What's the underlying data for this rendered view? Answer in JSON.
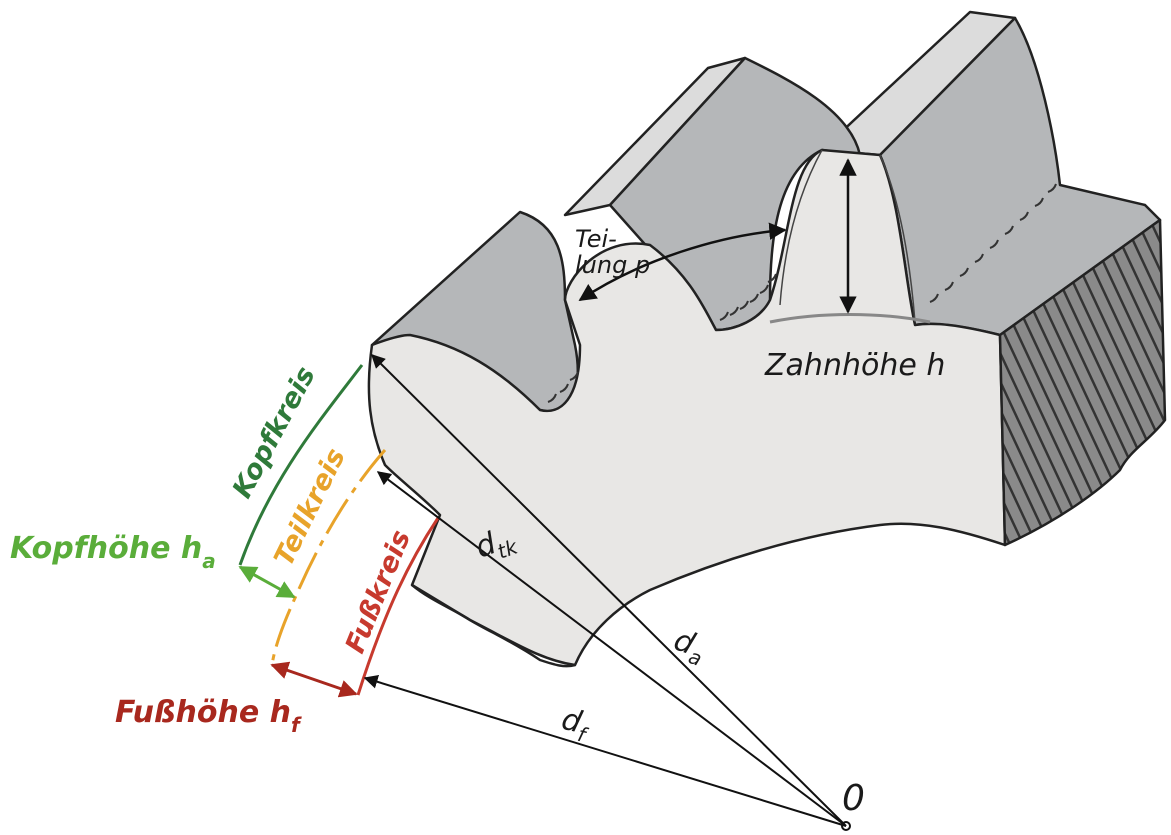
{
  "labels": {
    "teilung_line1": "Tei-",
    "teilung_line2": "lung p",
    "zahnhoehe": "Zahnhöhe h",
    "kopfkreis": "Kopfkreis",
    "teilkreis": "Teilkreis",
    "fusskreis": "Fußkreis",
    "kopfhoehe": "Kopfhöhe h",
    "kopfhoehe_sub": "a",
    "fusshoehe": "Fußhöhe h",
    "fusshoehe_sub": "f",
    "d_tk": "d",
    "d_tk_sub": "tk",
    "d_a": "d",
    "d_a_sub": "a",
    "d_f": "d",
    "d_f_sub": "f",
    "origin": "0"
  },
  "colors": {
    "kopfkreis": "#2f7a3a",
    "teilkreis": "#e8a32a",
    "fusskreis": "#c73a2e",
    "kopfhoehe": "#5aad3a",
    "fusshoehe": "#a8281e",
    "gear_face": "#e8e7e5",
    "gear_tooth_side": "#b6b8ba",
    "gear_top": "#e3e3e3",
    "gear_section": "#6d6d6d"
  }
}
